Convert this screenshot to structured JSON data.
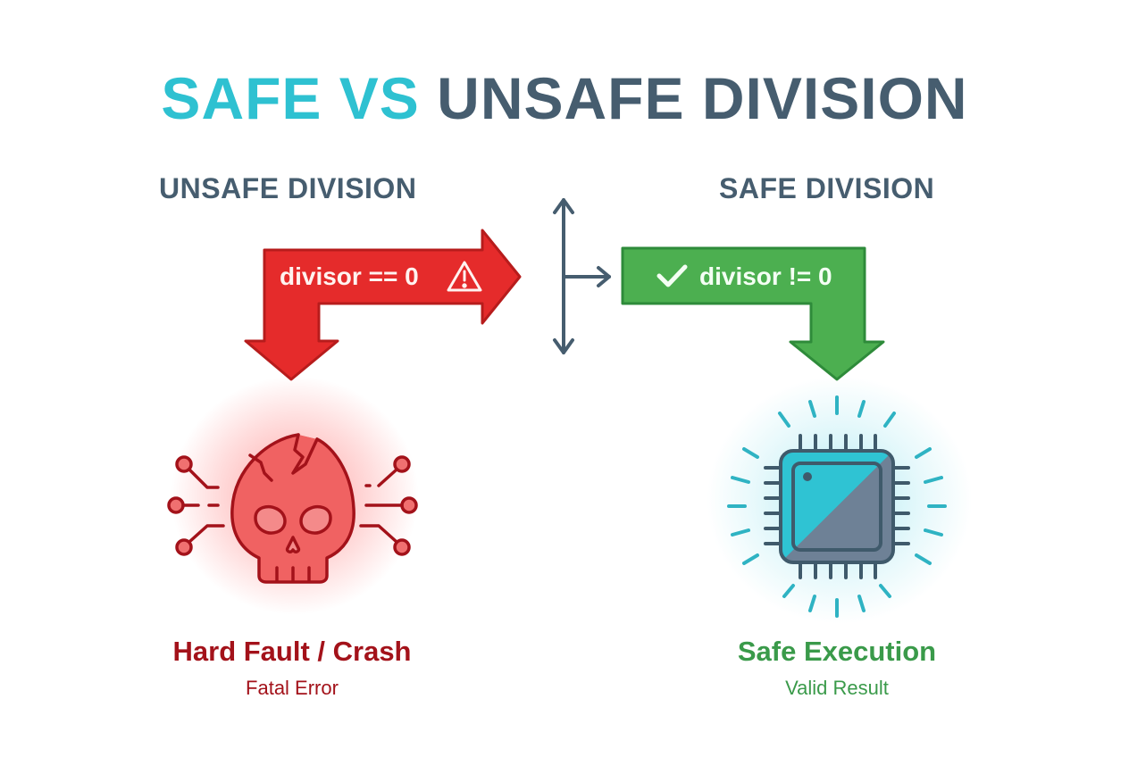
{
  "title": {
    "part1": "SAFE VS",
    "part2": "UNSAFE DIVISION"
  },
  "unsafe": {
    "heading": "UNSAFE DIVISION",
    "condition": "divisor == 0",
    "condition_icon": "warning-triangle-icon",
    "result_icon": "cracked-skull-icon",
    "result_title": "Hard Fault / Crash",
    "result_subtitle": "Fatal Error"
  },
  "safe": {
    "heading": "SAFE DIVISION",
    "condition": "divisor != 0",
    "condition_icon": "checkmark-icon",
    "result_icon": "cpu-chip-icon",
    "result_title": "Safe Execution",
    "result_subtitle": "Valid Result"
  },
  "colors": {
    "title_accent": "#2ec1d1",
    "title_dark": "#465d6f",
    "unsafe_red": "#e52b2b",
    "unsafe_text": "#a3121a",
    "safe_green": "#4caf50",
    "safe_text": "#3a9a4a",
    "chip_cyan": "#2fc3d3",
    "chip_slate": "#6e8196"
  }
}
